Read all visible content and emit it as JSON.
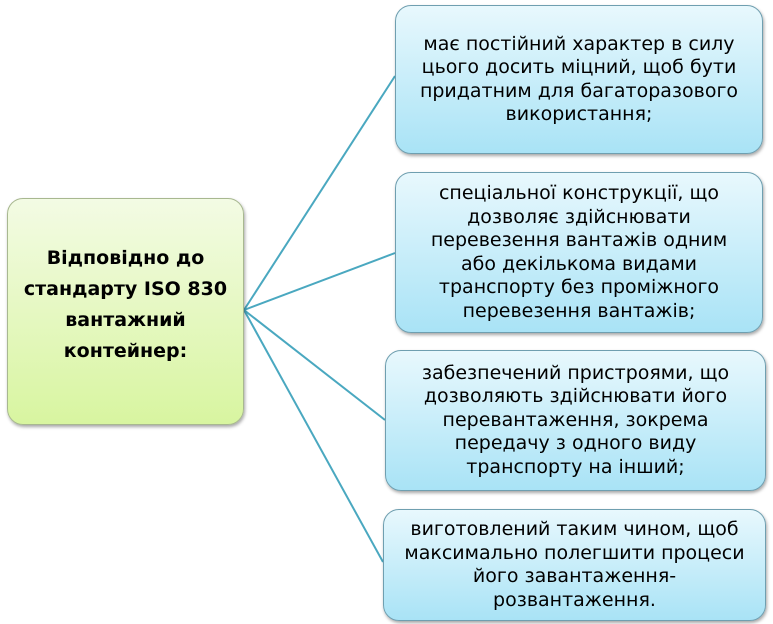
{
  "root": {
    "lines": [
      "Відповідно до",
      "стандарту ISO 830",
      "вантажний",
      "контейнер:"
    ]
  },
  "items": [
    {
      "lines": [
        "має постійний характер в силу",
        "цього досить міцний, щоб бути",
        "придатним для багаторазового",
        "використання;"
      ]
    },
    {
      "lines": [
        "спеціальної конструкції, що",
        "дозволяє здійснювати",
        "перевезення вантажів одним",
        "або декількома видами",
        "транспорту без проміжного",
        "перевезення вантажів;"
      ]
    },
    {
      "lines": [
        "забезпечений пристроями, що",
        "дозволяють здійснювати його",
        "перевантаження, зокрема",
        "передачу з одного виду",
        "транспорту на інший;"
      ]
    },
    {
      "lines": [
        "виготовлений таким чином, щоб",
        "максимально полегшити процеси",
        "його завантаження-",
        "розвантаження."
      ]
    }
  ],
  "colors": {
    "connector": "#4aa8c0",
    "root_fill": "#e2f7b8",
    "leaf_fill": "#c4ecf9"
  }
}
